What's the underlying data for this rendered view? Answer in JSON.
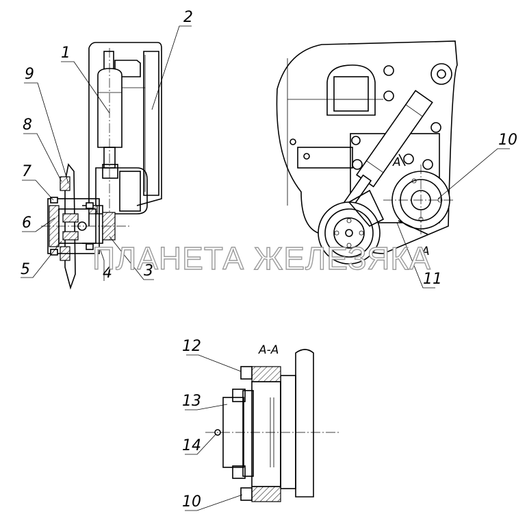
{
  "labels": {
    "l1": "1",
    "l2": "2",
    "l3": "3",
    "l4": "4",
    "l5": "5",
    "l6": "6",
    "l7": "7",
    "l8": "8",
    "l9": "9",
    "l10a": "10",
    "l11": "11",
    "l12": "12",
    "l13": "13",
    "l14": "14",
    "l10b": "10"
  },
  "section_label": "A-A",
  "view_marks": {
    "a_top": "A",
    "a_bottom": "A"
  },
  "watermark": "ПЛАНЕТА ЖЕЛЕЗЯКА"
}
